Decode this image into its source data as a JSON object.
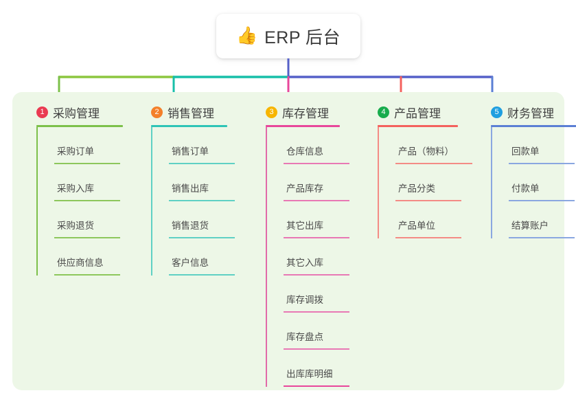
{
  "diagram": {
    "type": "mind-map",
    "root": {
      "icon": "thumbs-up-icon",
      "icon_glyph": "👍",
      "title": "ERP 后台"
    },
    "panel_background": "#edf7e7",
    "connector_colors": {
      "green": "#7cc04a",
      "teal": "#17bfa8",
      "indigo": "#5560c8",
      "pink": "#e8479b",
      "salmon": "#f4615d",
      "blue": "#5b7fd4"
    },
    "branches": [
      {
        "number": "1",
        "title": "采购管理",
        "badge_color": "#ea3b52",
        "line_color": "#7cc04a",
        "items": [
          {
            "label": "采购订单"
          },
          {
            "label": "采购入库"
          },
          {
            "label": "采购退货"
          },
          {
            "label": "供应商信息"
          }
        ]
      },
      {
        "number": "2",
        "title": "销售管理",
        "badge_color": "#f4802a",
        "line_color": "#2ec4b6",
        "items": [
          {
            "label": "销售订单"
          },
          {
            "label": "销售出库"
          },
          {
            "label": "销售退货"
          },
          {
            "label": "客户信息"
          }
        ]
      },
      {
        "number": "3",
        "title": "库存管理",
        "badge_color": "#f7b500",
        "line_color": "#e8479b",
        "items": [
          {
            "label": "仓库信息"
          },
          {
            "label": "产品库存"
          },
          {
            "label": "其它出库"
          },
          {
            "label": "其它入库"
          },
          {
            "label": "库存调拨"
          },
          {
            "label": "库存盘点"
          },
          {
            "label": "出库库明细"
          }
        ]
      },
      {
        "number": "4",
        "title": "产品管理",
        "badge_color": "#18ac4d",
        "line_color": "#f4615d",
        "items": [
          {
            "label": "产品（物料）"
          },
          {
            "label": "产品分类"
          },
          {
            "label": "产品单位"
          }
        ]
      },
      {
        "number": "5",
        "title": "财务管理",
        "badge_color": "#1f9fe0",
        "line_color": "#7b9ee0",
        "items": [
          {
            "label": "回款单"
          },
          {
            "label": "付款单"
          },
          {
            "label": "结算账户"
          }
        ]
      }
    ]
  }
}
